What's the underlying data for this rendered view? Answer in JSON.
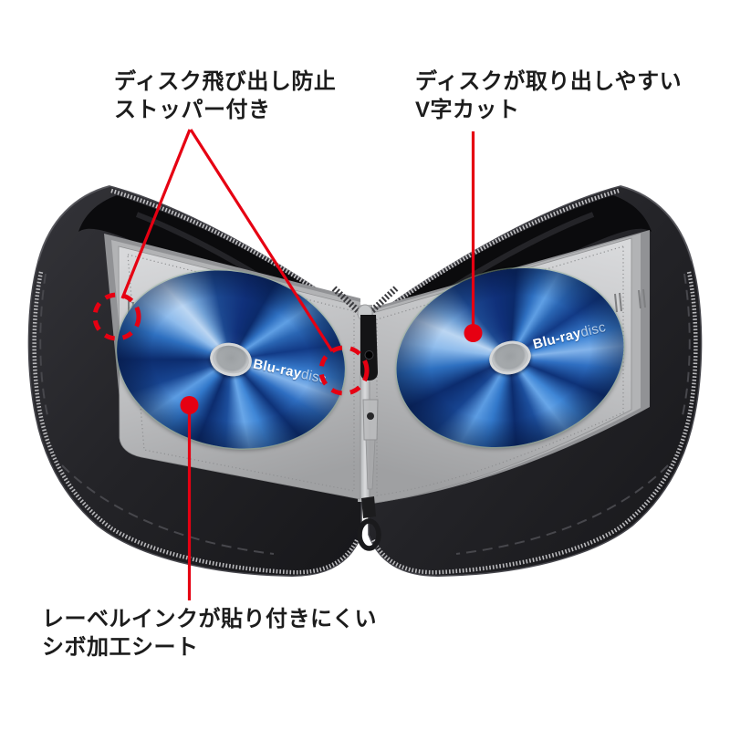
{
  "labels": {
    "stopper": {
      "line1": "ディスク飛び出し防止",
      "line2": "ストッパー付き"
    },
    "vcut": {
      "line1": "ディスクが取り出しやすい",
      "line2": "V字カット"
    },
    "sheet": {
      "line1": "レーベルインクが貼り付きにくい",
      "line2": "シボ加工シート"
    }
  },
  "discs": {
    "left": {
      "brand": "Blu-ray",
      "brand_suffix": "disc"
    },
    "right": {
      "brand": "Blu-ray",
      "brand_suffix": "disc"
    }
  },
  "colors": {
    "annotation_red": "#e60012",
    "leather_black": "#232327",
    "interior_fabric": "#0b0b0d",
    "sleeve_gray": "#c3c4c6",
    "disc_blue_bright": "#4e9ae8",
    "disc_blue_dark": "#0c2f6e",
    "background": "#ffffff"
  }
}
